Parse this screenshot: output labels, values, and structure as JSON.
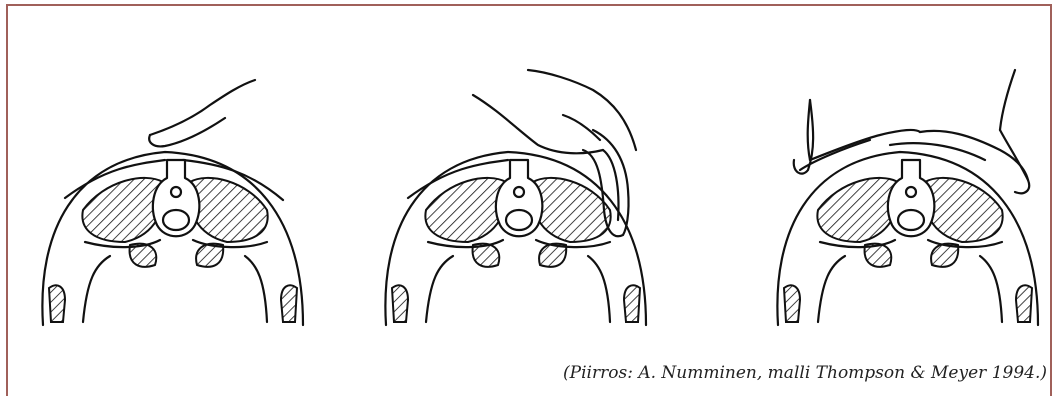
{
  "caption": "(Piirros: A. Numminen, malli Thompson & Meyer 1994.)",
  "colors": {
    "frame": "#a0605a",
    "ink": "#111111"
  },
  "figures": [
    {
      "hand_position": "fingertip-pressure"
    },
    {
      "hand_position": "palm-side"
    },
    {
      "hand_position": "both-hands-flat"
    }
  ]
}
